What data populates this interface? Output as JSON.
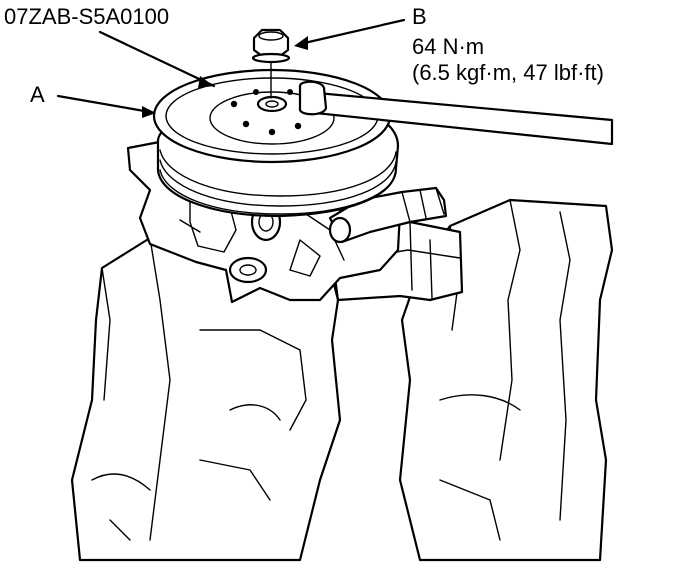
{
  "labels": {
    "tool_number": "07ZAB-S5A0100",
    "callout_a": "A",
    "callout_b": "B",
    "torque_value": "64 N·m",
    "torque_conversion": "(6.5 kgf·m, 47 lbf·ft)"
  }
}
